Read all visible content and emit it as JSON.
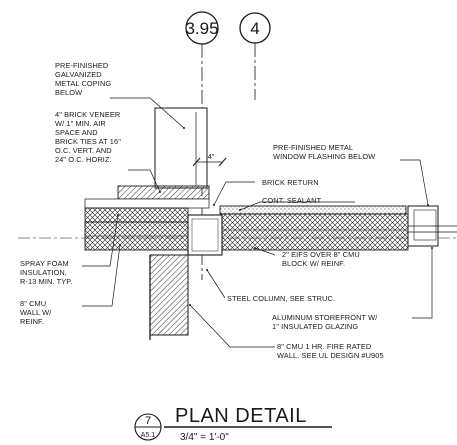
{
  "gridlines": {
    "left": "3.95",
    "right": "4"
  },
  "dimension": "4\"",
  "callouts": {
    "coping": [
      "PRE-FINISHED",
      "GALVANIZED",
      "METAL COPING",
      "BELOW"
    ],
    "brick_veneer": [
      "4\" BRICK VENEER",
      "W/ 1\" MIN. AIR",
      "SPACE AND",
      "BRICK TIES AT 16\"",
      "O.C. VERT. AND",
      "24\" O.C. HORIZ."
    ],
    "window_flashing": [
      "PRE-FINISHED METAL",
      "WINDOW FLASHING BELOW"
    ],
    "brick_return": [
      "BRICK RETURN"
    ],
    "sealant": [
      "CONT. SEALANT"
    ],
    "spray_foam": [
      "SPRAY FOAM",
      "INSULATION,",
      "R-13 MIN. TYP."
    ],
    "cmu_wall": [
      "8\" CMU",
      "WALL W/",
      "REINF."
    ],
    "eifs": [
      "2\" EIFS OVER 8\" CMU",
      "BLOCK W/ REINF."
    ],
    "steel_column": [
      "STEEL COLUMN, SEE STRUC."
    ],
    "storefront": [
      "ALUMINUM STOREFRONT W/",
      "1\" INSULATED GLAZING"
    ],
    "fire_wall": [
      "8\" CMU 1 HR. FIRE RATED",
      "WALL. SEE UL DESIGN #U905"
    ]
  },
  "title": {
    "detail_number": "7",
    "sheet": "A5.1",
    "name": "PLAN DETAIL",
    "scale": "3/4\" = 1'-0\""
  },
  "colors": {
    "ink": "#1a1a1a",
    "background": "#ffffff"
  }
}
